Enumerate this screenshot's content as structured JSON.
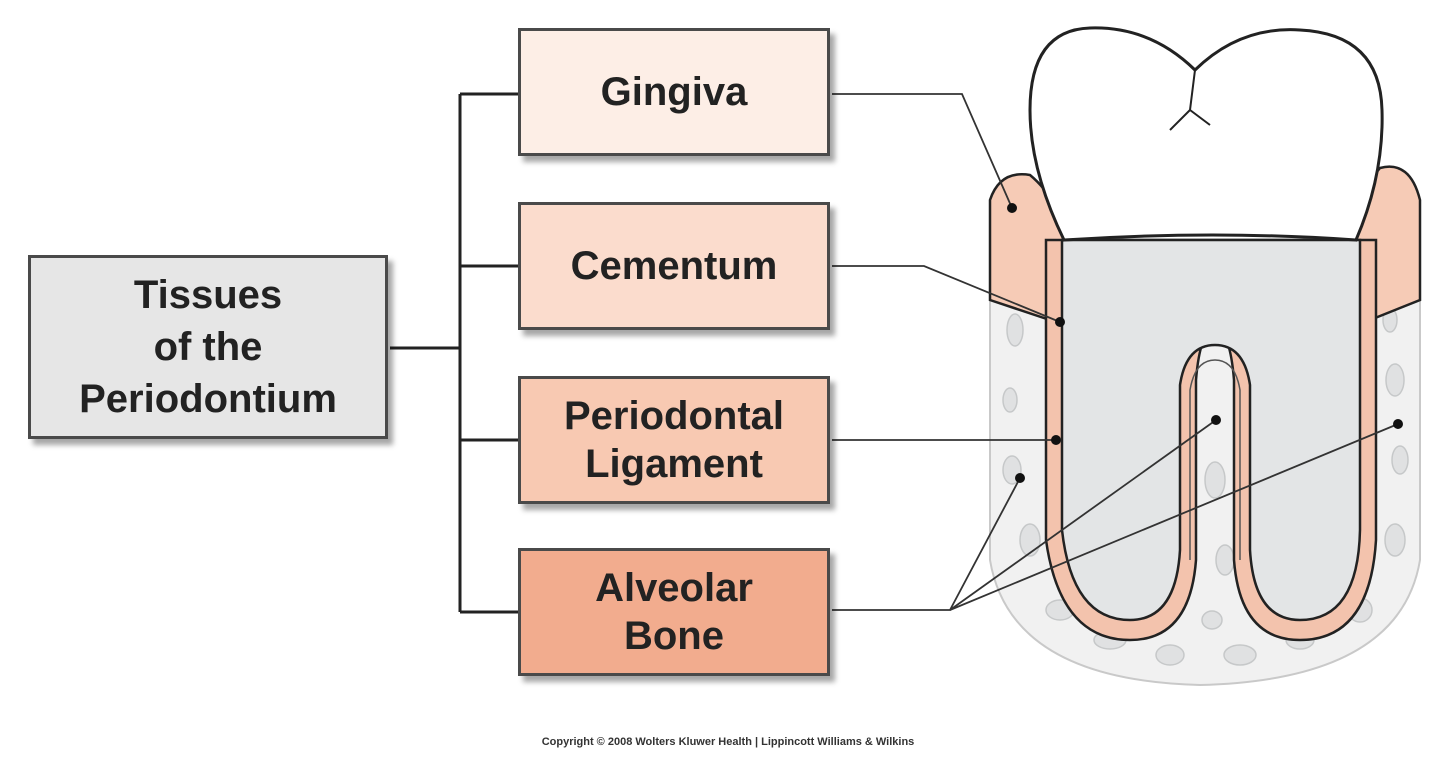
{
  "root": {
    "line1": "Tissues",
    "line2": "of the",
    "line3": "Periodontium"
  },
  "tissues": [
    {
      "lines": [
        "Gingiva"
      ]
    },
    {
      "lines": [
        "Cementum"
      ]
    },
    {
      "lines": [
        "Periodontal",
        "Ligament"
      ]
    },
    {
      "lines": [
        "Alveolar",
        "Bone"
      ]
    }
  ],
  "copyright": "Copyright © 2008 Wolters Kluwer Health | Lippincott Williams & Wilkins",
  "colors": {
    "root_fill": "#e6e6e6",
    "gingiva_fill": "#fdeee6",
    "cementum_fill": "#fbdccd",
    "ligament_fill": "#f8c9b2",
    "bone_fill": "#f2ac8e",
    "gum_tissue": "#f6cbb6",
    "dentin": "#e3e5e6",
    "bone_texture": "#d4d6d7",
    "outline": "#222222"
  }
}
